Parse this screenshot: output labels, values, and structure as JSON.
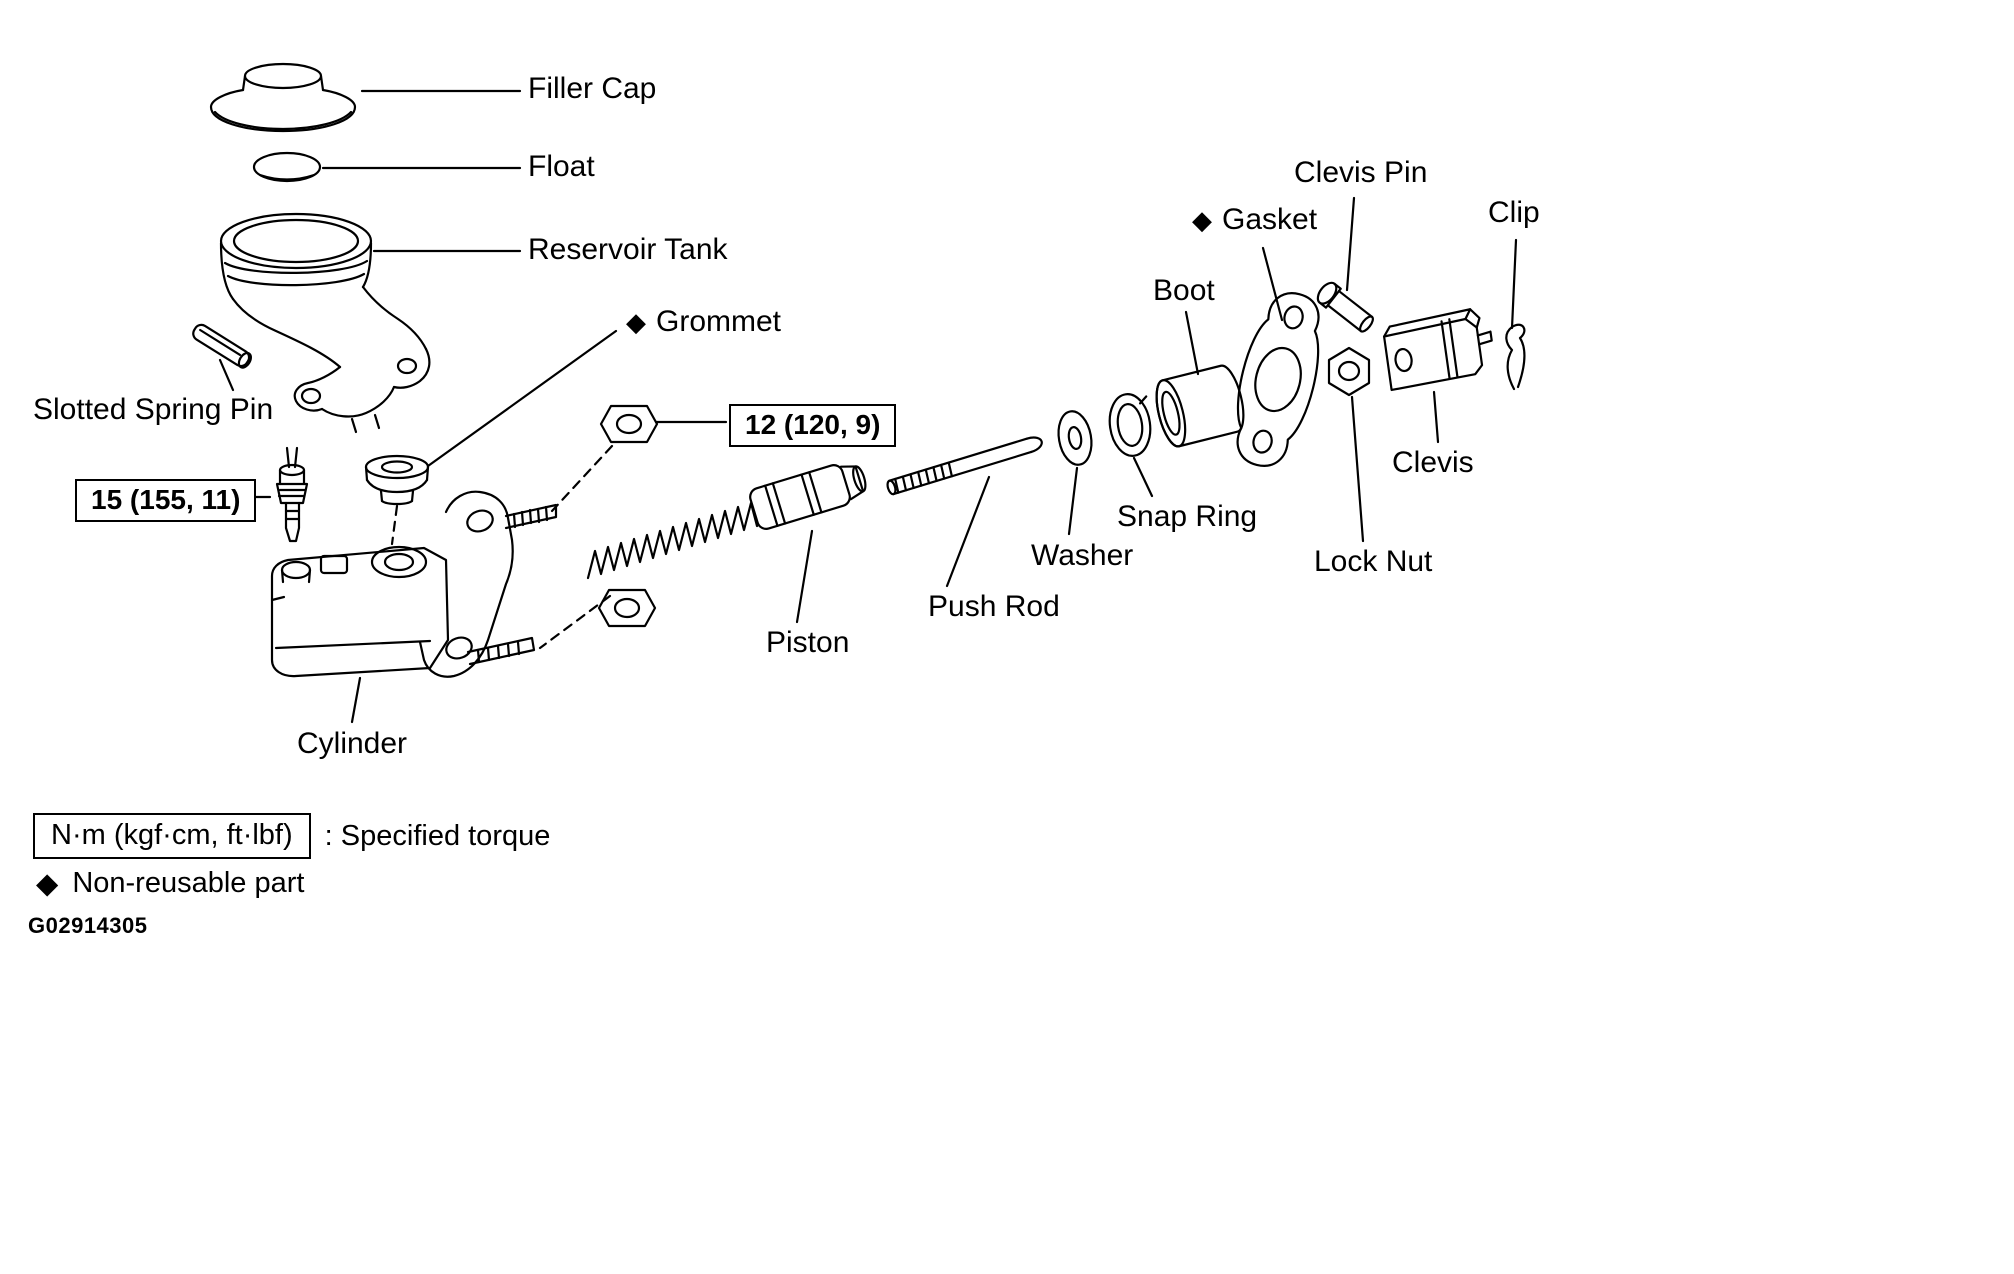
{
  "page": {
    "background": "#ffffff",
    "line_color": "#000000"
  },
  "parts": {
    "filler_cap": {
      "label": "Filler Cap"
    },
    "float": {
      "label": "Float"
    },
    "reservoir_tank": {
      "label": "Reservoir Tank"
    },
    "grommet": {
      "label": "Grommet",
      "non_reusable": true
    },
    "slotted_spring_pin": {
      "label": "Slotted Spring Pin"
    },
    "cylinder": {
      "label": "Cylinder"
    },
    "piston": {
      "label": "Piston"
    },
    "push_rod": {
      "label": "Push Rod"
    },
    "washer": {
      "label": "Washer"
    },
    "snap_ring": {
      "label": "Snap Ring"
    },
    "boot": {
      "label": "Boot"
    },
    "gasket": {
      "label": "Gasket",
      "non_reusable": true
    },
    "clevis_pin": {
      "label": "Clevis Pin"
    },
    "clip": {
      "label": "Clip"
    },
    "clevis": {
      "label": "Clevis"
    },
    "lock_nut": {
      "label": "Lock Nut"
    }
  },
  "torque_specs": {
    "fitting": "15 (155, 11)",
    "nut": "12 (120, 9)"
  },
  "legend": {
    "marker": "◆",
    "torque_units": "N·m (kgf·cm, ft·lbf)",
    "torque_caption": ": Specified torque",
    "non_reusable_caption": "Non-reusable part"
  },
  "figure_id": "G02914305"
}
